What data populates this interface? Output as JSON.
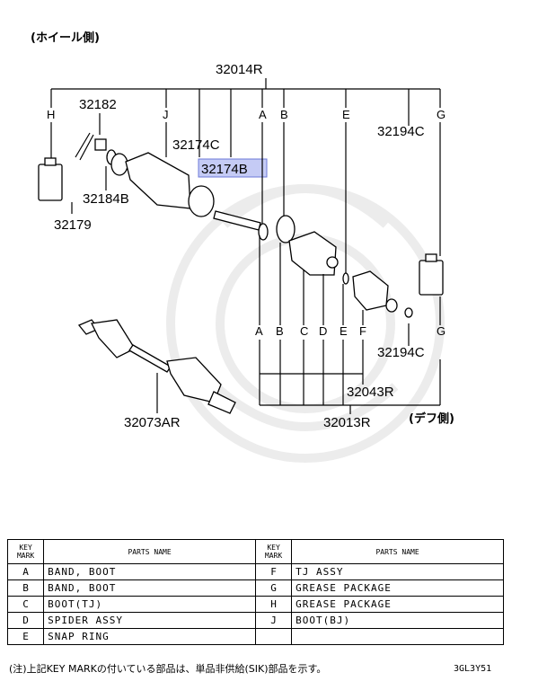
{
  "diagram": {
    "wheel_side": "(ホイール側)",
    "diff_side": "(デフ側)",
    "part_numbers": {
      "p32014R": "32014R",
      "p32182": "32182",
      "p32174C": "32174C",
      "p32174B": "32174B",
      "p32184B": "32184B",
      "p32179": "32179",
      "p32194C_top": "32194C",
      "p32194C_bottom": "32194C",
      "p32043R": "32043R",
      "p32013R": "32013R",
      "p32073AR": "32073AR"
    },
    "top_keys": [
      "H",
      "J",
      "A",
      "B",
      "E",
      "G"
    ],
    "bottom_keys": [
      "A",
      "B",
      "C",
      "D",
      "E",
      "F",
      "G"
    ],
    "highlight_color": "#c5cbf5"
  },
  "legend": {
    "header_key": "KEY MARK",
    "header_name": "PARTS NAME",
    "rows": [
      {
        "k1": "A",
        "n1": "BAND, BOOT",
        "k2": "F",
        "n2": "TJ ASSY"
      },
      {
        "k1": "B",
        "n1": "BAND, BOOT",
        "k2": "G",
        "n2": "GREASE PACKAGE"
      },
      {
        "k1": "C",
        "n1": "BOOT(TJ)",
        "k2": "H",
        "n2": "GREASE PACKAGE"
      },
      {
        "k1": "D",
        "n1": "SPIDER ASSY",
        "k2": "J",
        "n2": "BOOT(BJ)"
      },
      {
        "k1": "E",
        "n1": "SNAP RING",
        "k2": "",
        "n2": ""
      }
    ]
  },
  "note": "(注)上記KEY MARKの付いている部品は、単品非供給(SIK)部品を示す。",
  "code": "3GL3Y51"
}
